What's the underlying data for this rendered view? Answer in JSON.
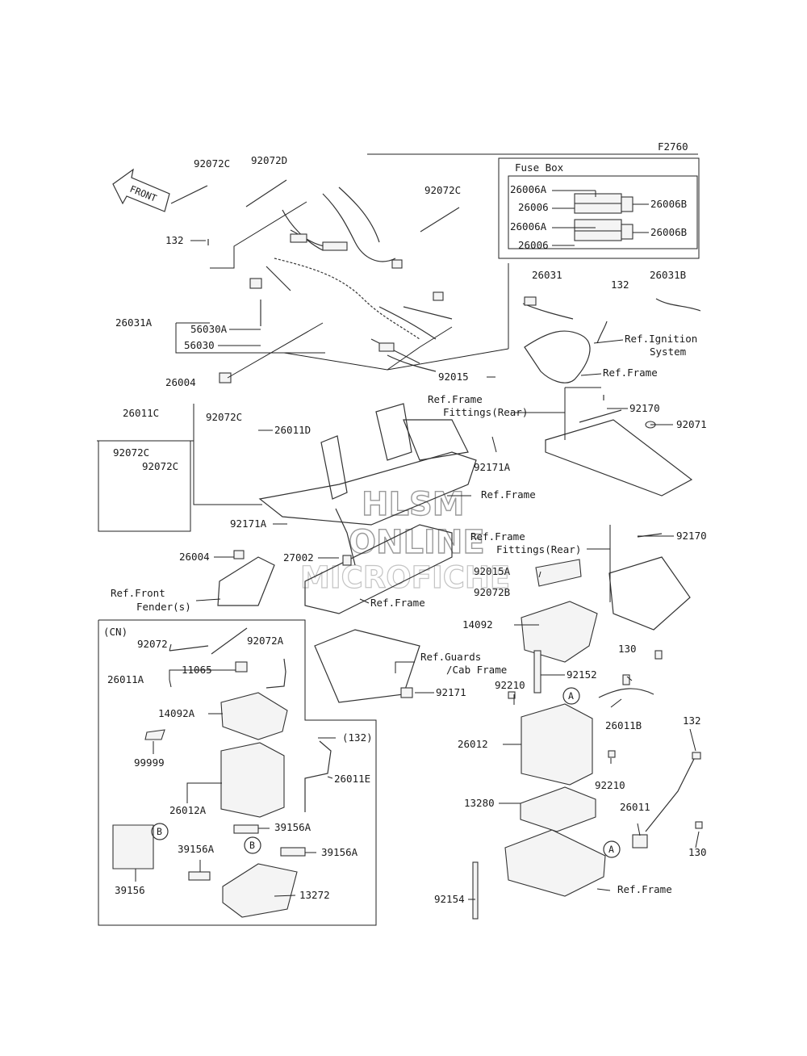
{
  "figure_code": "F2760",
  "front_arrow": "FRONT",
  "fuse_box": {
    "title": "Fuse Box",
    "labels": [
      "26006A",
      "26006",
      "26006A",
      "26006",
      "26006B",
      "26006B"
    ]
  },
  "watermark": [
    "HLSM",
    "ONLINE",
    "MICROFICHE"
  ],
  "cn_box_label": "(CN)",
  "parts": [
    "92072C",
    "92072D",
    "92072C",
    "132",
    "26031A",
    "56030A",
    "56030",
    "26004",
    "92015",
    "26031",
    "132",
    "26031B",
    "26011C",
    "92072C",
    "92072C",
    "92072C",
    "26011D",
    "92171A",
    "92170",
    "92071",
    "92171A",
    "26004",
    "27002",
    "92170",
    "92015A",
    "92072B",
    "14092",
    "92171",
    "92072",
    "92072A",
    "26011A",
    "11065",
    "14092A",
    "99999",
    "26012A",
    "26011E",
    "39156",
    "39156A",
    "39156A",
    "39156A",
    "13272",
    "130",
    "26011B",
    "92210",
    "26012",
    "92210",
    "92152",
    "13280",
    "132",
    "26011",
    "130",
    "92154",
    "(132)"
  ],
  "refs": [
    "Ref.Ignition",
    "System",
    "Ref.Frame",
    "Ref.Frame",
    "Fittings(Rear)",
    "Ref.Frame",
    "Ref.Frame",
    "Fittings(Rear)",
    "Ref.Front",
    "Fender(s)",
    "Ref.Frame",
    "Ref.Guards",
    "/Cab Frame",
    "Ref.Frame"
  ],
  "callouts": [
    "A",
    "A",
    "B",
    "B"
  ]
}
